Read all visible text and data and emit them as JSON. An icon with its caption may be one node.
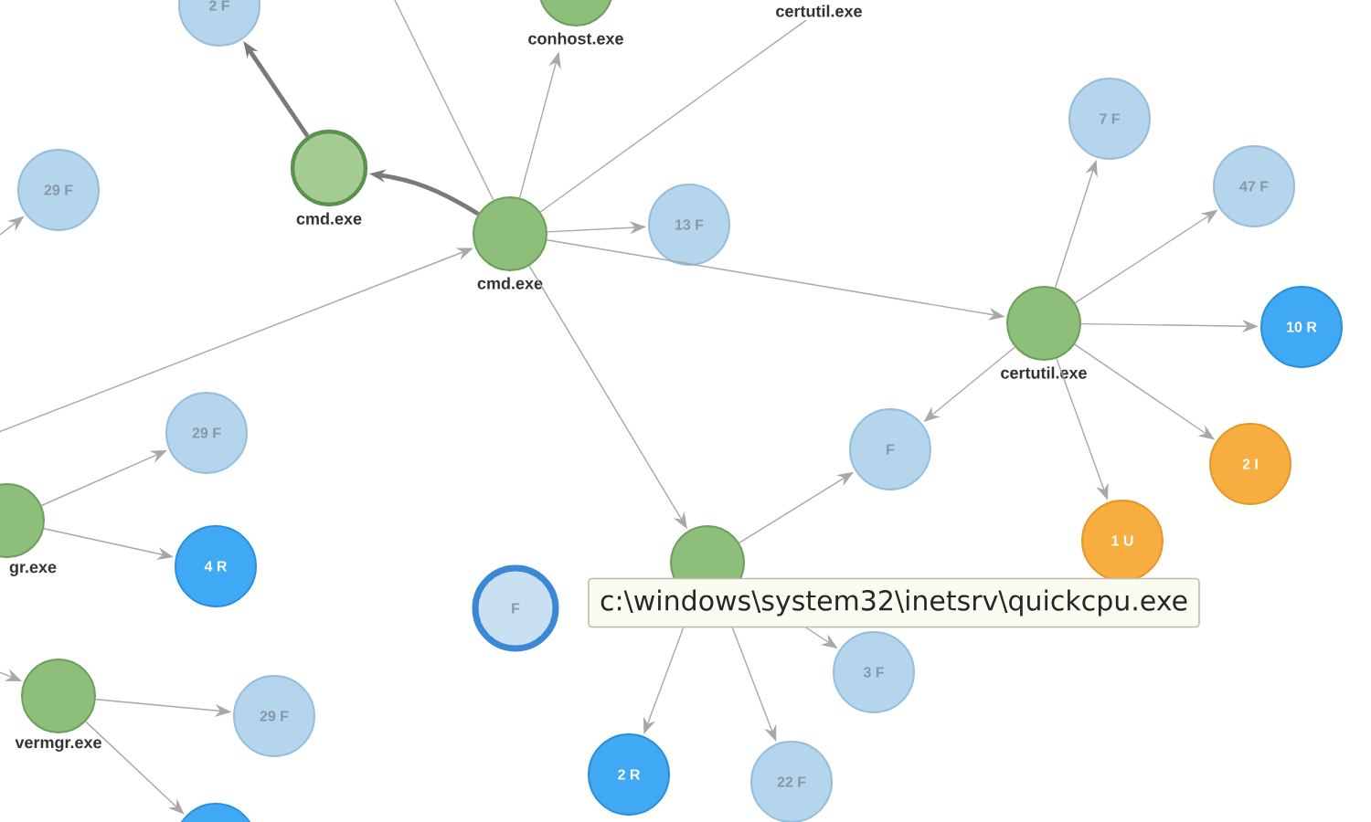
{
  "diagram": {
    "nodes": [
      {
        "text": [
          "2 F"
        ]
      },
      {
        "text": [
          "conhost.exe"
        ]
      },
      {
        "text": [
          "certutil.exe"
        ]
      },
      {
        "text": [
          "29 F"
        ]
      },
      {
        "text": [
          "cmd.exe"
        ]
      },
      {
        "text": [
          "cmd.exe"
        ]
      },
      {
        "text": [
          "13 F"
        ]
      },
      {
        "text": [
          "7 F"
        ]
      },
      {
        "text": [
          "47 F"
        ]
      },
      {
        "text": [
          "certutil.exe"
        ]
      },
      {
        "text": [
          "10 R"
        ]
      },
      {
        "text": [
          "F"
        ]
      },
      {
        "text": [
          "2 I"
        ]
      },
      {
        "text": [
          "29 F"
        ]
      },
      {
        "text": [
          "gr.exe"
        ]
      },
      {
        "text": [
          "4 R"
        ]
      },
      {
        "text": [
          "1 U"
        ]
      },
      {
        "text": [],
        "shape": "circle"
      },
      {
        "text": [
          "F"
        ]
      },
      {
        "text": [
          "3 F"
        ]
      },
      {
        "text": [
          "vermgr.exe"
        ]
      },
      {
        "text": [
          "29 F"
        ]
      },
      {
        "text": [
          "2 R"
        ]
      },
      {
        "text": [
          "22 F"
        ]
      },
      {
        "text": [],
        "shape": "circle"
      }
    ],
    "edges": [
      {
        "from": 4,
        "to": 0,
        "arrow": "to",
        "style": "thick",
        "color": "#7a7a7a"
      },
      {
        "from": 5,
        "to": 4,
        "arrow": "to",
        "style": "thick",
        "color": "#7a7a7a"
      },
      {
        "from": 5,
        "to": 1,
        "arrow": "to"
      },
      {
        "from": 5,
        "to": 2,
        "arrow": "none"
      },
      {
        "from": 5,
        "to": null,
        "arrow": "none"
      },
      {
        "from": 5,
        "to": 6,
        "arrow": "to"
      },
      {
        "from": 5,
        "to": 9,
        "arrow": "to"
      },
      {
        "from": null,
        "to": 5,
        "arrow": "to"
      },
      {
        "from": null,
        "to": 3,
        "arrow": "to"
      },
      {
        "from": 5,
        "to": 17,
        "arrow": "to"
      },
      {
        "from": 9,
        "to": 7,
        "arrow": "to"
      },
      {
        "from": 9,
        "to": 8,
        "arrow": "to"
      },
      {
        "from": 9,
        "to": 10,
        "arrow": "to"
      },
      {
        "from": 9,
        "to": 11,
        "arrow": "to"
      },
      {
        "from": 9,
        "to": 12,
        "arrow": "to"
      },
      {
        "from": 9,
        "to": 16,
        "arrow": "to"
      },
      {
        "from": 17,
        "to": 11,
        "arrow": "to"
      },
      {
        "from": 17,
        "to": 19,
        "arrow": "to"
      },
      {
        "from": 17,
        "to": 22,
        "arrow": "to"
      },
      {
        "from": 17,
        "to": 23,
        "arrow": "to"
      },
      {
        "from": 14,
        "to": 13,
        "arrow": "to"
      },
      {
        "from": 14,
        "to": 15,
        "arrow": "to"
      },
      {
        "from": 20,
        "to": 21,
        "arrow": "to"
      },
      {
        "from": 20,
        "to": 24,
        "arrow": "to"
      },
      {
        "from": null,
        "to": 20,
        "arrow": "to"
      }
    ],
    "labels": [
      "c:\\windows\\system32\\inetsrv\\quickcpu.exe"
    ]
  }
}
